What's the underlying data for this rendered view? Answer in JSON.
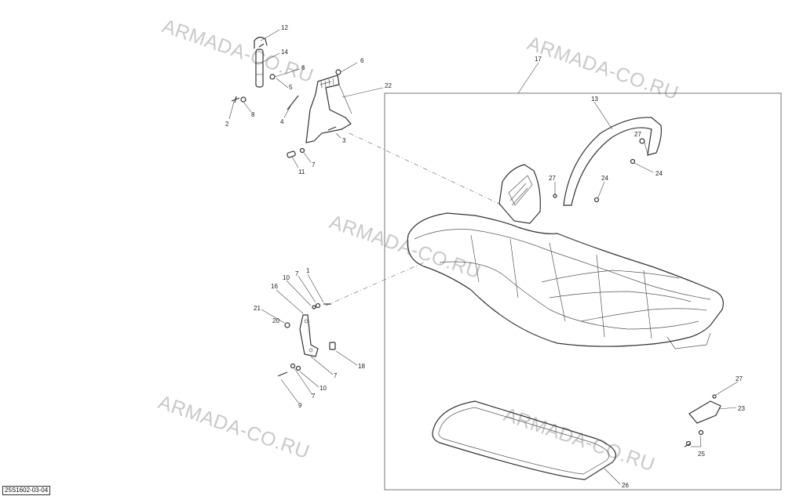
{
  "diagram": {
    "code": "25S1602-03-04",
    "watermark": "ARMADA-CO.RU",
    "callouts": [
      "1",
      "2",
      "3",
      "4",
      "5",
      "6",
      "7",
      "8",
      "9",
      "10",
      "11",
      "12",
      "13",
      "14",
      "16",
      "17",
      "18",
      "20",
      "21",
      "22",
      "23",
      "24",
      "25",
      "26",
      "27"
    ]
  },
  "callout_labels": {
    "c1": "1",
    "c2": "2",
    "c3": "3",
    "c4": "4",
    "c5": "5",
    "c6a": "6",
    "c6b": "6",
    "c7a": "7",
    "c7b": "7",
    "c7c": "7",
    "c7d": "7",
    "c8": "8",
    "c9": "9",
    "c10a": "10",
    "c10b": "10",
    "c11": "11",
    "c12": "12",
    "c13": "13",
    "c14": "14",
    "c16": "16",
    "c17": "17",
    "c18": "18",
    "c20": "20",
    "c21": "21",
    "c22": "22",
    "c23": "23",
    "c24a": "24",
    "c24b": "24",
    "c25": "25",
    "c26": "26",
    "c27a": "27",
    "c27b": "27",
    "c27c": "27"
  },
  "colors": {
    "line": "#333333",
    "watermark": "#c9c9c9",
    "background": "#ffffff"
  }
}
